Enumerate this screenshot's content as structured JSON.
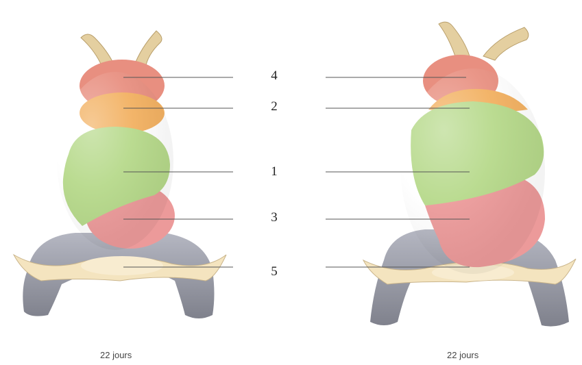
{
  "figure": {
    "labels": [
      "4",
      "2",
      "1",
      "3",
      "5"
    ],
    "left_caption": "22 jours",
    "right_caption": "22 jours"
  },
  "colors": {
    "region_4": "#e88f80",
    "region_2": "#f2b060",
    "region_1": "#b6d98a",
    "region_3": "#ec9a9a",
    "region_5": "#f4e4bf",
    "vessels": "#9c9ea8",
    "aortic_arches": "#e4cfa0",
    "leader_lines": "#555555"
  }
}
